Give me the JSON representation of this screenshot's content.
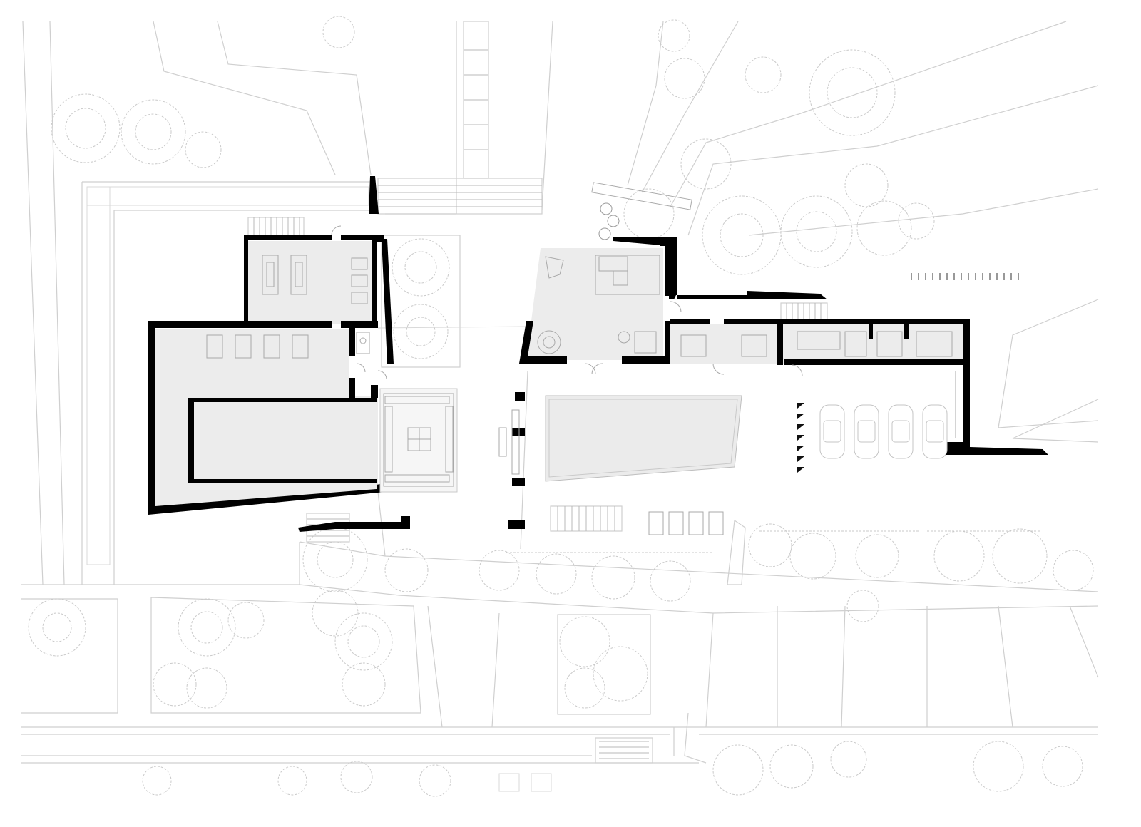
{
  "drawing": {
    "kind": "architectural-site-plan",
    "text": [],
    "colors": {
      "background": "#ffffff",
      "walls": "#000000",
      "interior_fill": "#ececec",
      "context_lines": "#cfcfcf",
      "vegetation": "#cacaca"
    },
    "counts": {
      "parking_cars": 4,
      "sun_loungers": 4,
      "cypress_trees": 3
    }
  }
}
